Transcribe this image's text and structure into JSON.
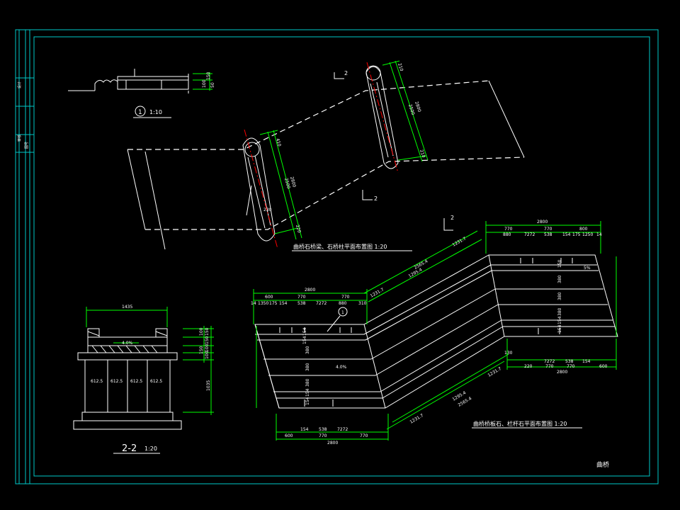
{
  "colors": {
    "background": "#000000",
    "frame": "#00c8c8",
    "dimension": "#00ff00",
    "outline": "#ffffff",
    "centerline": "#ff0000"
  },
  "titles": {
    "plan_beam": "曲桥石桥梁、石桥柱平面布置图 1:20",
    "plan_slab": "曲桥桥板石、栏杆石平面布置图 1:20",
    "section": "2-2",
    "section_scale": "1:20",
    "detail_number": "1",
    "detail_scale": "1:10",
    "drawing_name": "曲桥"
  },
  "section_marks": {
    "mark_top": "2",
    "mark_bottom": "2",
    "mark_right": "2"
  },
  "section_22": {
    "width": "1435",
    "cells": [
      "612.5",
      "612.5",
      "612.5",
      "612.5"
    ],
    "right_dims": [
      "150",
      "150",
      "100",
      "100",
      "100",
      "150",
      "1035"
    ],
    "center_label": "4.0%"
  },
  "detail_1": {
    "dims": [
      "100",
      "150",
      "50"
    ]
  },
  "beam_plan": {
    "left_post_dims": [
      "410",
      "2800",
      "2500",
      "230",
      "220"
    ],
    "right_post_dims": [
      "210",
      "2800",
      "2500",
      "210"
    ]
  },
  "slab_plan": {
    "top_total": "2800",
    "top_row": [
      "770",
      "770",
      "800"
    ],
    "top_sub": [
      "880",
      "7272",
      "538",
      "154",
      "175",
      "1250",
      "14"
    ],
    "left_total": "2800",
    "left_row": [
      "600",
      "770",
      "770"
    ],
    "left_sub": [
      "14",
      "1350",
      "175",
      "154",
      "538",
      "7272",
      "880",
      "310"
    ],
    "diag_top": [
      "1231.7",
      "1231.7",
      "1295.4",
      "2565.4"
    ],
    "diag_bottom": [
      "1231.7",
      "1295.4",
      "2565.4",
      "1231.7"
    ],
    "bottom_total": "2800",
    "bottom_row": [
      "600",
      "770",
      "770"
    ],
    "bottom_sub": [
      "154",
      "538",
      "7272"
    ],
    "right_total": "2800",
    "right_row": [
      "220",
      "770",
      "770",
      "600"
    ],
    "right_sub": [
      "7272",
      "538",
      "154"
    ],
    "left_vertical": [
      "154",
      "154",
      "380",
      "380",
      "380",
      "154",
      "154"
    ],
    "right_vertical": [
      "150",
      "380",
      "380",
      "380",
      "154",
      "154"
    ],
    "center_label": "4.0%",
    "corner_label": "5%",
    "marker": "1",
    "small_130": "130"
  },
  "title_strip": {
    "labels": [
      "设计",
      "审核",
      "图号"
    ]
  }
}
